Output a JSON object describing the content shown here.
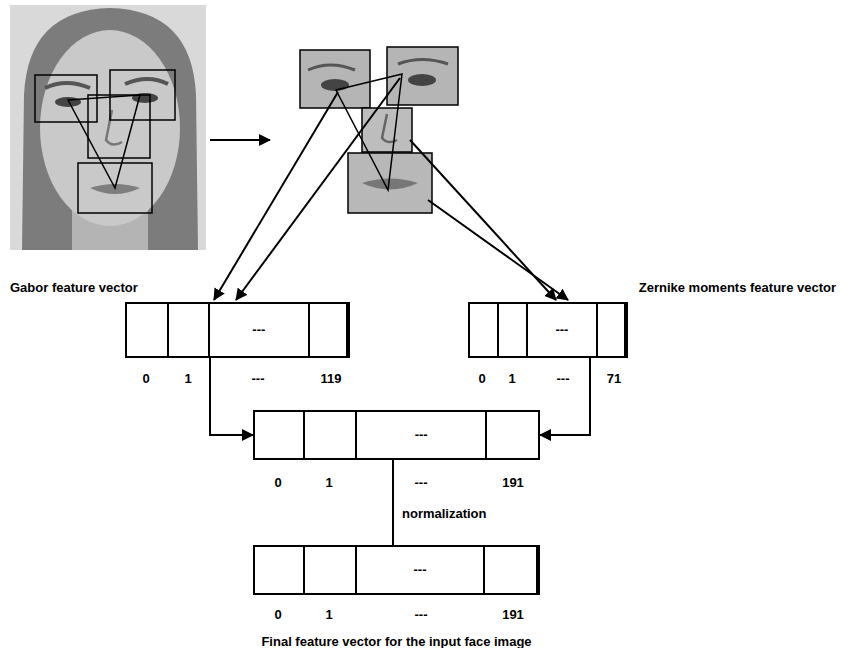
{
  "diagram": {
    "nodes": [
      {
        "text": [
          "Gabor feature vector",
          "---"
        ]
      },
      {
        "text": [
          "Zernike moments feature vector",
          "---"
        ]
      },
      {
        "text": [
          "---"
        ]
      },
      {
        "text": [
          "---",
          "Final feature vector for the input face image"
        ]
      }
    ],
    "edges": [
      {
        "from": 0,
        "to": 2,
        "arrow": "to"
      },
      {
        "from": 1,
        "to": 2,
        "arrow": "to"
      },
      {
        "from": 2,
        "to": 3,
        "arrow": "none",
        "label": "normalization"
      }
    ],
    "labels": [
      "0",
      "1",
      "---",
      "119",
      "0",
      "1",
      "---",
      "71",
      "0",
      "1",
      "---",
      "191",
      "0",
      "1",
      "---",
      "191"
    ]
  }
}
